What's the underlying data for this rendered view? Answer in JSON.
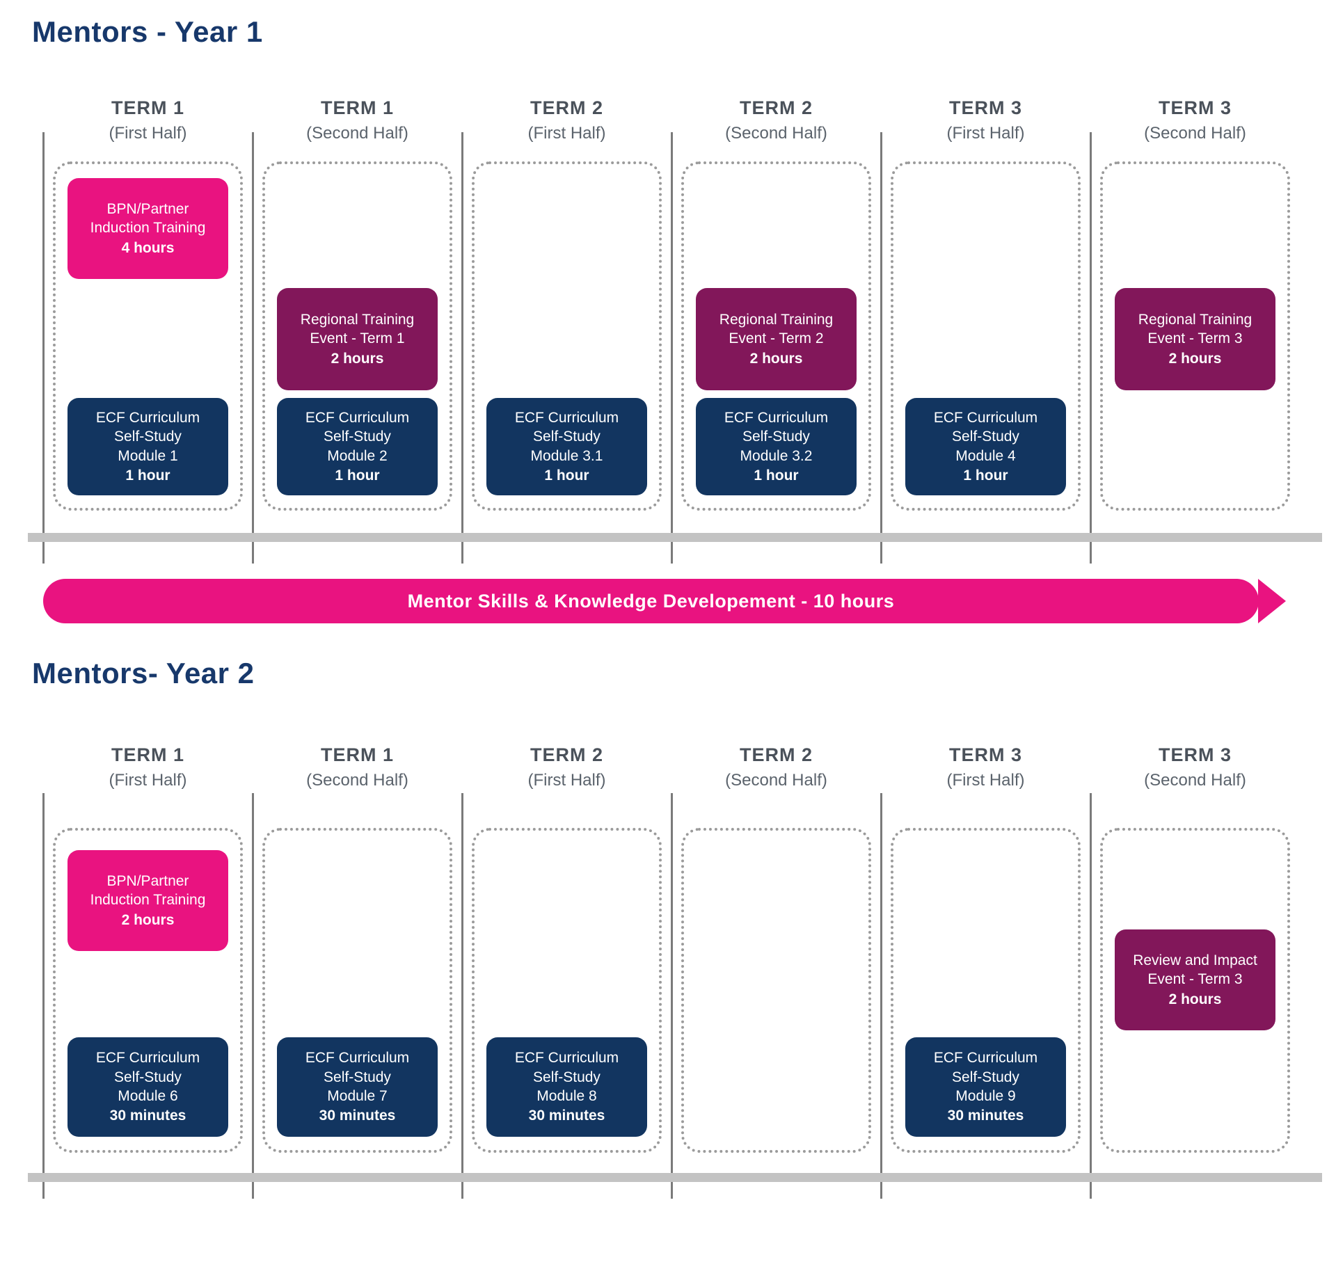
{
  "colors": {
    "pink": "#E91380",
    "maroon": "#82175A",
    "navy": "#123560",
    "bar": "#C3C3C3",
    "line": "#7A7A7A",
    "dot": "#9B9B9B",
    "heading": "#17386B",
    "term": "#4A515A",
    "half": "#5B636C"
  },
  "year1": {
    "title": "Mentors - Year 1",
    "banner": "Mentor Skills & Knowledge Developement - 10 hours",
    "columns": [
      {
        "term": "TERM 1",
        "half": "(First Half)"
      },
      {
        "term": "TERM 1",
        "half": "(Second Half)"
      },
      {
        "term": "TERM 2",
        "half": "(First Half)"
      },
      {
        "term": "TERM 2",
        "half": "(Second Half)"
      },
      {
        "term": "TERM 3",
        "half": "(First Half)"
      },
      {
        "term": "TERM 3",
        "half": "(Second Half)"
      }
    ],
    "cards": {
      "induction": {
        "lines": [
          "BPN/Partner",
          "Induction Training"
        ],
        "hours": "4 hours"
      },
      "module1": {
        "lines": [
          "ECF Curriculum",
          "Self-Study",
          "Module 1"
        ],
        "hours": "1 hour"
      },
      "regional1": {
        "lines": [
          "Regional Training",
          "Event - Term 1"
        ],
        "hours": "2 hours"
      },
      "module2": {
        "lines": [
          "ECF Curriculum",
          "Self-Study",
          "Module 2"
        ],
        "hours": "1 hour"
      },
      "module31": {
        "lines": [
          "ECF Curriculum",
          "Self-Study",
          "Module 3.1"
        ],
        "hours": "1 hour"
      },
      "regional2": {
        "lines": [
          "Regional Training",
          "Event - Term 2"
        ],
        "hours": "2 hours"
      },
      "module32": {
        "lines": [
          "ECF Curriculum",
          "Self-Study",
          "Module 3.2"
        ],
        "hours": "1 hour"
      },
      "module4": {
        "lines": [
          "ECF Curriculum",
          "Self-Study",
          "Module 4"
        ],
        "hours": "1 hour"
      },
      "regional3": {
        "lines": [
          "Regional Training",
          "Event - Term 3"
        ],
        "hours": "2 hours"
      }
    }
  },
  "year2": {
    "title": "Mentors- Year 2",
    "columns": [
      {
        "term": "TERM 1",
        "half": "(First Half)"
      },
      {
        "term": "TERM 1",
        "half": "(Second Half)"
      },
      {
        "term": "TERM 2",
        "half": "(First Half)"
      },
      {
        "term": "TERM 2",
        "half": "(Second Half)"
      },
      {
        "term": "TERM 3",
        "half": "(First Half)"
      },
      {
        "term": "TERM 3",
        "half": "(Second Half)"
      }
    ],
    "cards": {
      "induction": {
        "lines": [
          "BPN/Partner",
          "Induction Training"
        ],
        "hours": "2 hours"
      },
      "module6": {
        "lines": [
          "ECF Curriculum",
          "Self-Study",
          "Module 6"
        ],
        "hours": "30 minutes"
      },
      "module7": {
        "lines": [
          "ECF Curriculum",
          "Self-Study",
          "Module 7"
        ],
        "hours": "30 minutes"
      },
      "module8": {
        "lines": [
          "ECF Curriculum",
          "Self-Study",
          "Module 8"
        ],
        "hours": "30 minutes"
      },
      "module9": {
        "lines": [
          "ECF Curriculum",
          "Self-Study",
          "Module 9"
        ],
        "hours": "30 minutes"
      },
      "review": {
        "lines": [
          "Review and Impact",
          "Event - Term 3"
        ],
        "hours": "2 hours"
      }
    }
  }
}
